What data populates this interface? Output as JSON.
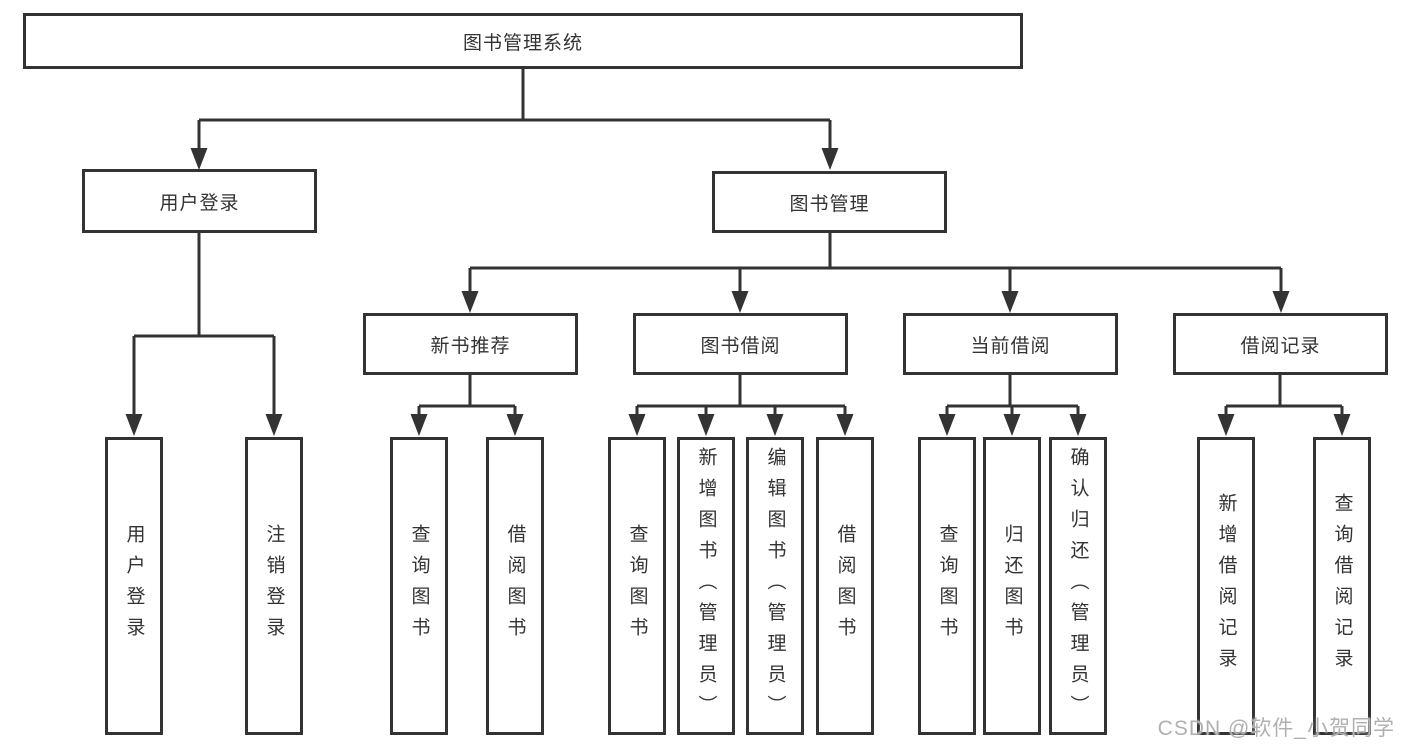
{
  "diagram": {
    "type": "hierarchy-tree",
    "colors": {
      "line": "#333333",
      "box_border": "#333333",
      "box_background": "#ffffff",
      "text": "#333333",
      "watermark_text": "#b0b0b0",
      "background": "#ffffff"
    },
    "tree": {
      "root": {
        "label": "图书管理系统",
        "children": [
          {
            "label": "用户登录",
            "children": [
              {
                "label": "用户登录"
              },
              {
                "label": "注销登录"
              }
            ]
          },
          {
            "label": "图书管理",
            "children": [
              {
                "label": "新书推荐",
                "children": [
                  {
                    "label": "查询图书"
                  },
                  {
                    "label": "借阅图书"
                  }
                ]
              },
              {
                "label": "图书借阅",
                "children": [
                  {
                    "label": "查询图书"
                  },
                  {
                    "label": "新增图书（管理员）"
                  },
                  {
                    "label": "编辑图书（管理员）"
                  },
                  {
                    "label": "借阅图书"
                  }
                ]
              },
              {
                "label": "当前借阅",
                "children": [
                  {
                    "label": "查询图书"
                  },
                  {
                    "label": "归还图书"
                  },
                  {
                    "label": "确认归还（管理员）"
                  }
                ]
              },
              {
                "label": "借阅记录",
                "children": [
                  {
                    "label": "新增借阅记录"
                  },
                  {
                    "label": "查询借阅记录"
                  }
                ]
              }
            ]
          }
        ]
      }
    },
    "watermark": "CSDN @软件_小贺同学"
  }
}
